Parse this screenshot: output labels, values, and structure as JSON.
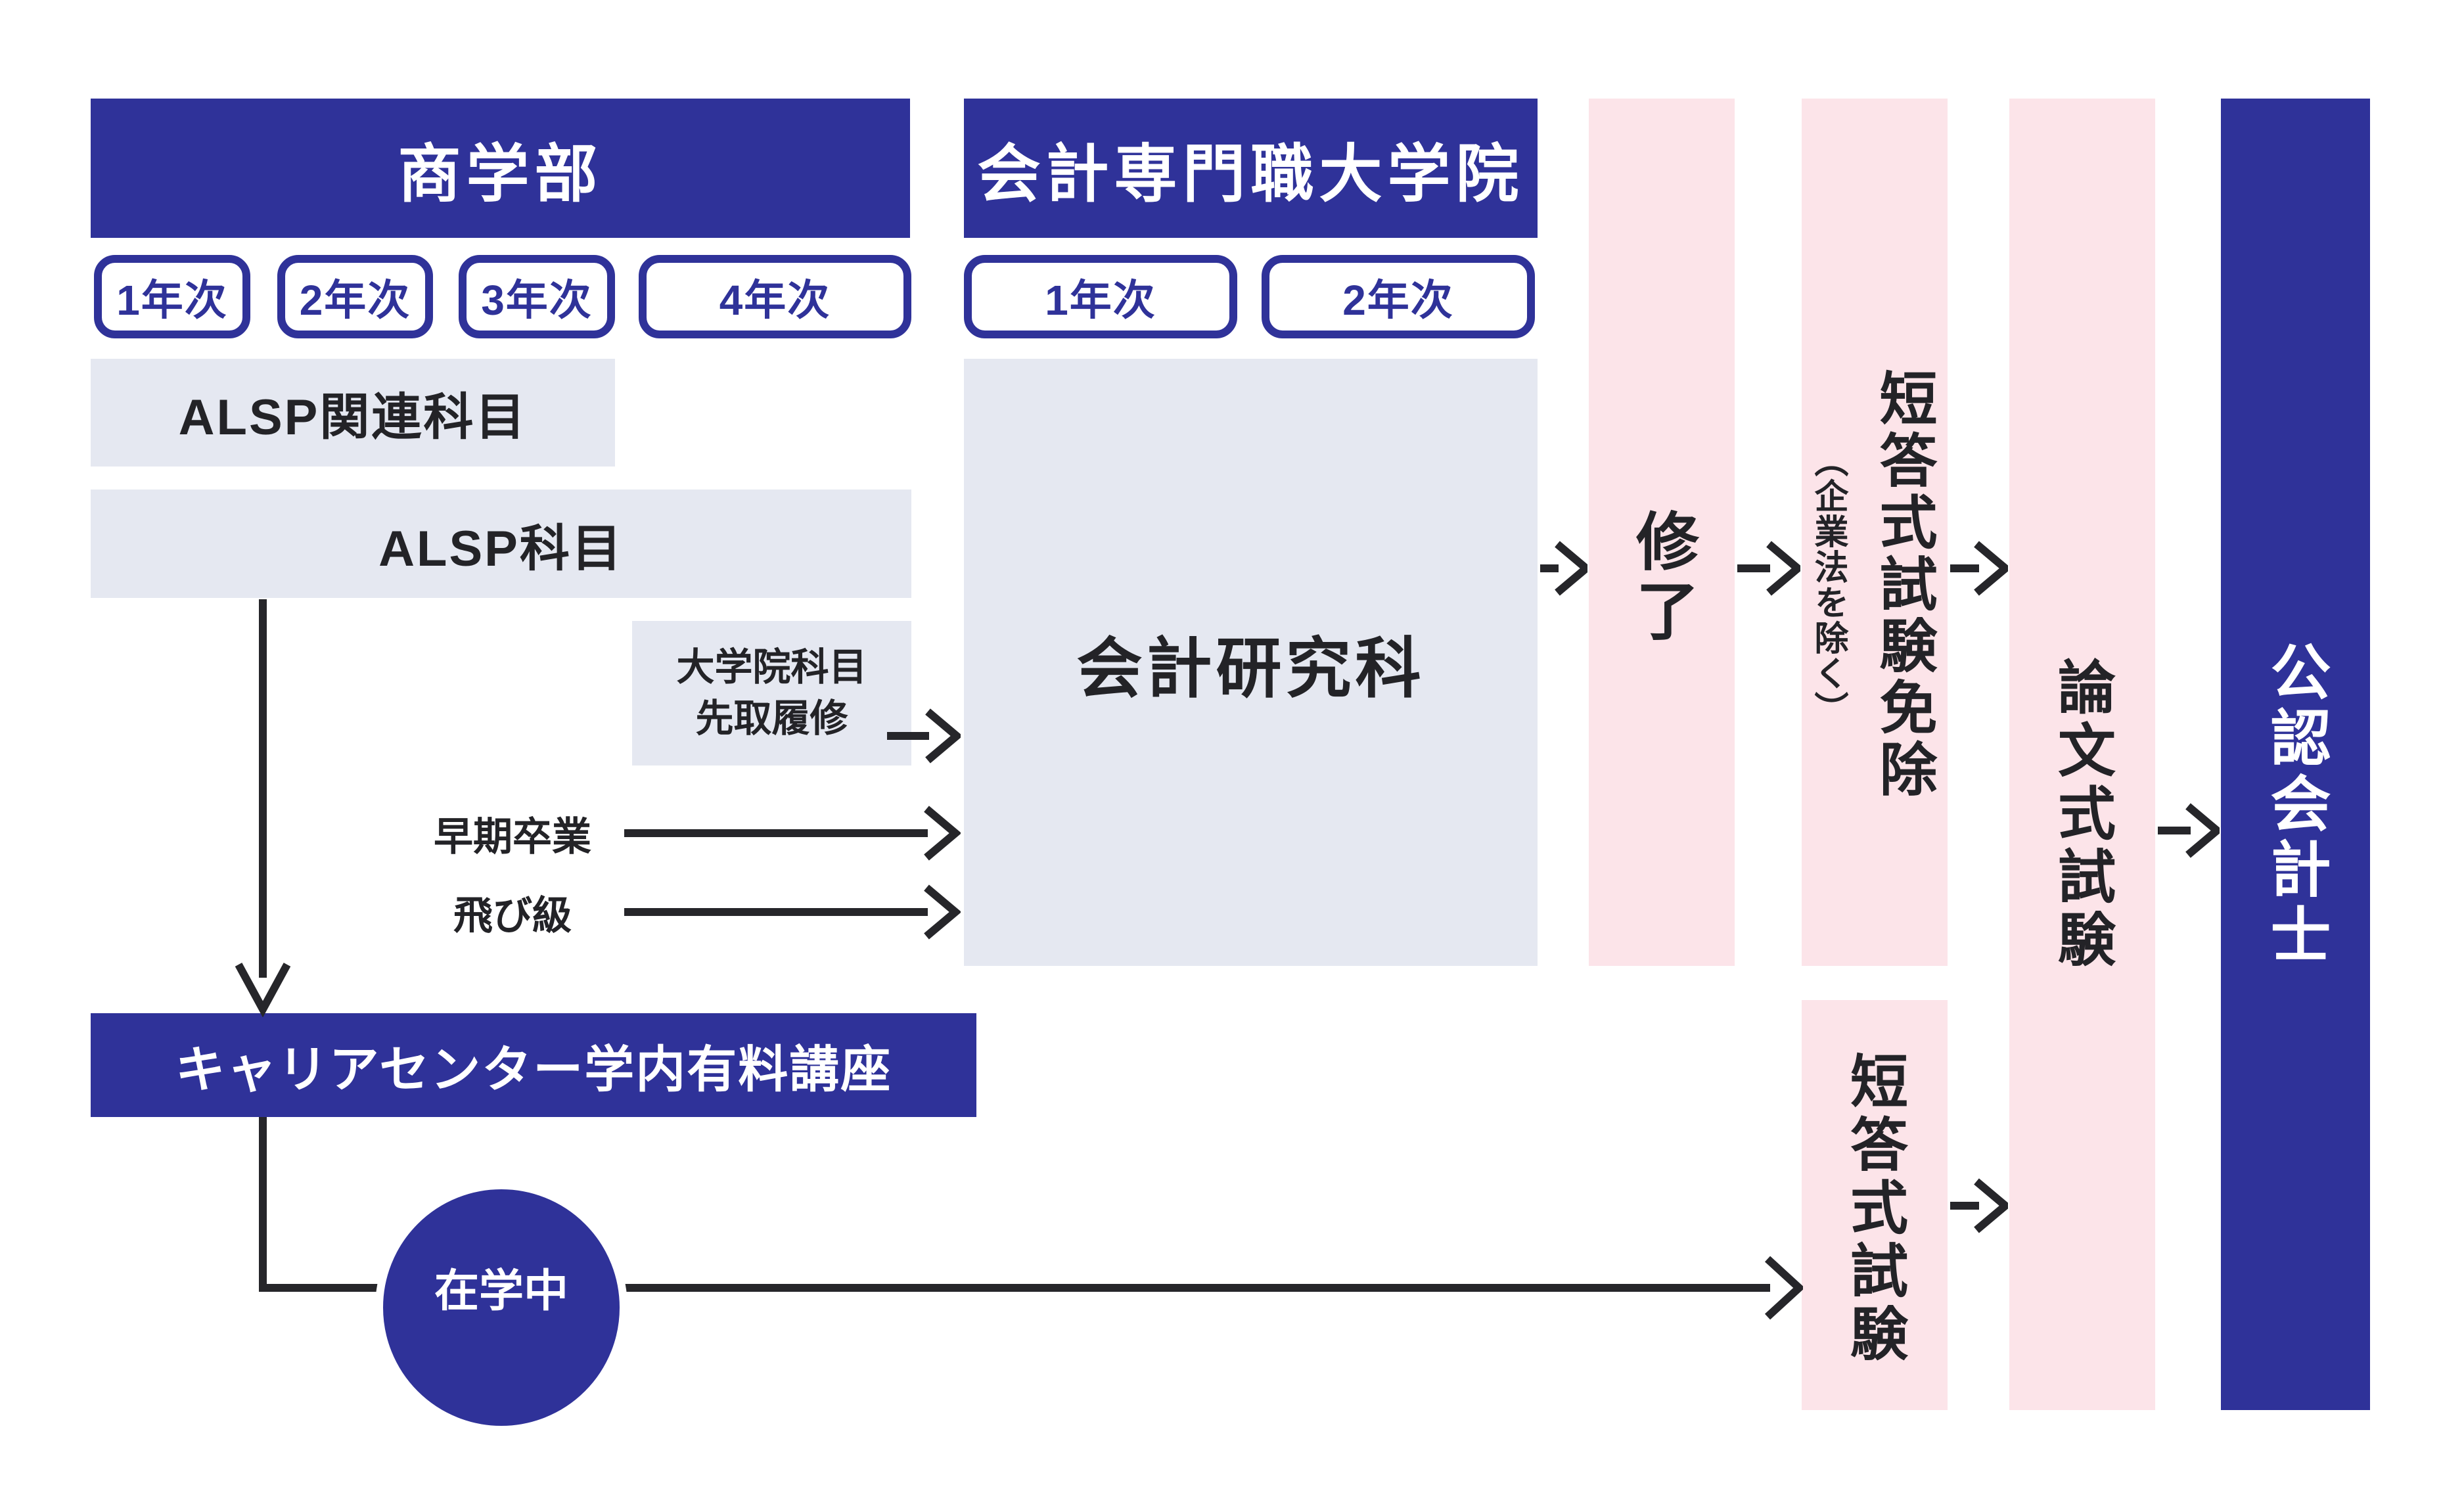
{
  "colors": {
    "primary_blue": "#2f3299",
    "light_pink": "#fce4e9",
    "light_gray": "#e5e8f1",
    "ink": "#232327",
    "background": "#ffffff"
  },
  "undergrad": {
    "title": "商学部",
    "years": [
      "1年次",
      "2年次",
      "3年次",
      "4年次"
    ],
    "alsp_related": "ALSP関連科目",
    "alsp": "ALSP科目",
    "grad_course_line1": "大学院科目",
    "grad_course_line2": "先取履修",
    "early_graduation": "早期卒業",
    "grade_skipping": "飛び級",
    "career_center_course": "キャリアセンター学内有料講座",
    "enrolled": "在学中"
  },
  "grad_school": {
    "title": "会計専門職大学院",
    "years": [
      "1年次",
      "2年次"
    ],
    "department": "会計研究科"
  },
  "cpa_path": {
    "completion": "修了",
    "short_answer_exemption": "短答式試験免除",
    "exemption_note": "（企業法を除く）",
    "essay_exam": "論文式試験",
    "short_answer_exam": "短答式試験",
    "cpa": "公認会計士"
  }
}
